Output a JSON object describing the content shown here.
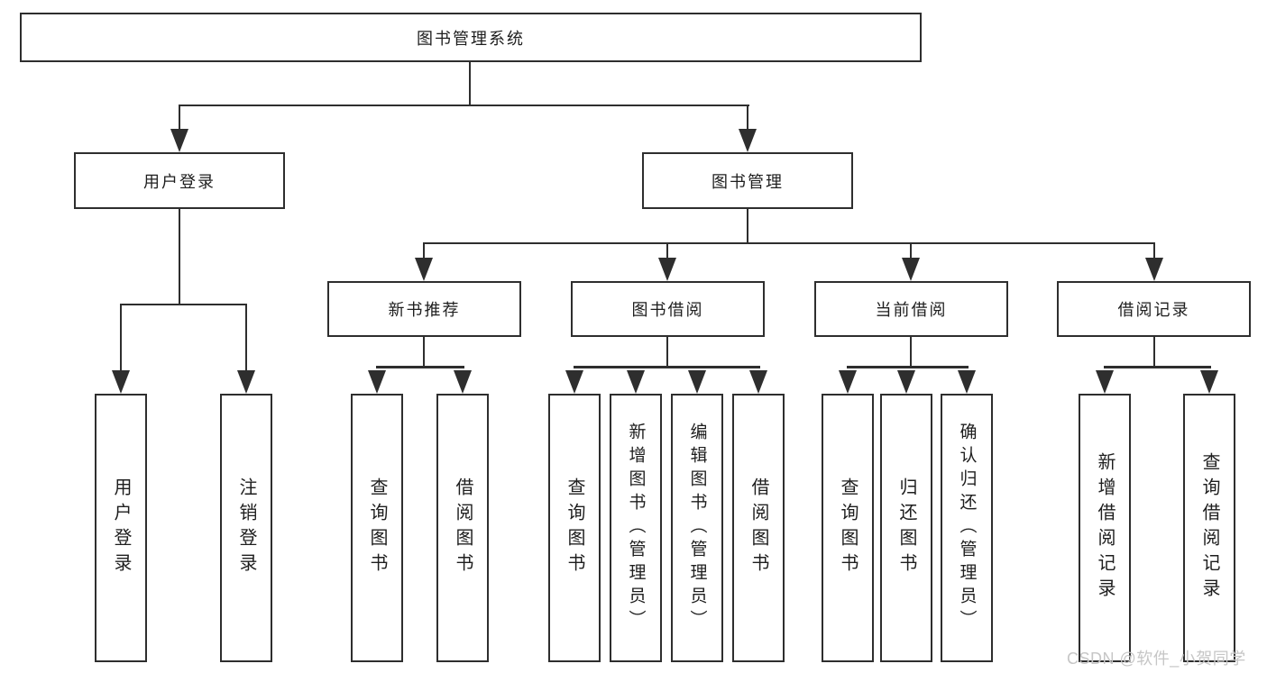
{
  "tree": {
    "root": {
      "label": "图书管理系统"
    },
    "branches": [
      {
        "label": "用户登录",
        "children": [
          {
            "label": "用户登录"
          },
          {
            "label": "注销登录"
          }
        ]
      },
      {
        "label": "图书管理",
        "sections": [
          {
            "label": "新书推荐",
            "children": [
              {
                "label": "查询图书"
              },
              {
                "label": "借阅图书"
              }
            ]
          },
          {
            "label": "图书借阅",
            "children": [
              {
                "label": "查询图书"
              },
              {
                "label": "新增图书（管理员）"
              },
              {
                "label": "编辑图书（管理员）"
              },
              {
                "label": "借阅图书"
              }
            ]
          },
          {
            "label": "当前借阅",
            "children": [
              {
                "label": "查询图书"
              },
              {
                "label": "归还图书"
              },
              {
                "label": "确认归还（管理员）"
              }
            ]
          },
          {
            "label": "借阅记录",
            "children": [
              {
                "label": "新增借阅记录"
              },
              {
                "label": "查询借阅记录"
              }
            ]
          }
        ]
      }
    ]
  },
  "watermark": {
    "text": "CSDN @软件_小贺同学"
  },
  "colors": {
    "line": "#2e2e2e",
    "box_border": "#2e2e2e",
    "box_background": "#ffffff",
    "text": "#1e1e1e",
    "watermark": "#c6c6c6",
    "background": "#ffffff"
  }
}
